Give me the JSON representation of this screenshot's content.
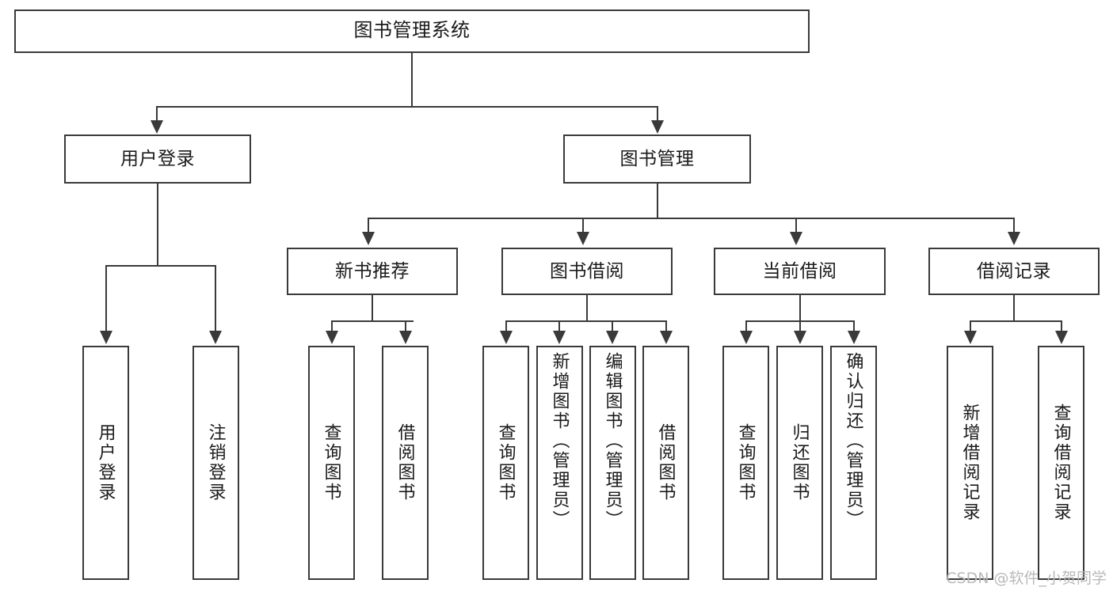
{
  "diagram": {
    "title": "图书管理系统",
    "type": "hierarchy-tree",
    "watermark": "CSDN @软件_小贺同学",
    "colors": {
      "stroke": "#3a3a3a",
      "background": "#ffffff",
      "text": "#1a1a1a",
      "watermark": "#b9b9b9"
    },
    "root": {
      "label": "图书管理系统"
    },
    "level2": [
      {
        "label": "用户登录"
      },
      {
        "label": "图书管理"
      }
    ],
    "level3": [
      {
        "label": "新书推荐"
      },
      {
        "label": "图书借阅"
      },
      {
        "label": "当前借阅"
      },
      {
        "label": "借阅记录"
      }
    ],
    "leaves": {
      "user_login": [
        {
          "label": "用户登录"
        },
        {
          "label": "注销登录"
        }
      ],
      "new_book_recommend": [
        {
          "label": "查询图书"
        },
        {
          "label": "借阅图书"
        }
      ],
      "book_borrow": [
        {
          "label": "查询图书"
        },
        {
          "label": "新增图书（管理员）"
        },
        {
          "label": "编辑图书（管理员）"
        },
        {
          "label": "借阅图书"
        }
      ],
      "current_borrow": [
        {
          "label": "查询图书"
        },
        {
          "label": "归还图书"
        },
        {
          "label": "确认归还（管理员）"
        }
      ],
      "borrow_record": [
        {
          "label": "新增借阅记录"
        },
        {
          "label": "查询借阅记录"
        }
      ]
    }
  }
}
